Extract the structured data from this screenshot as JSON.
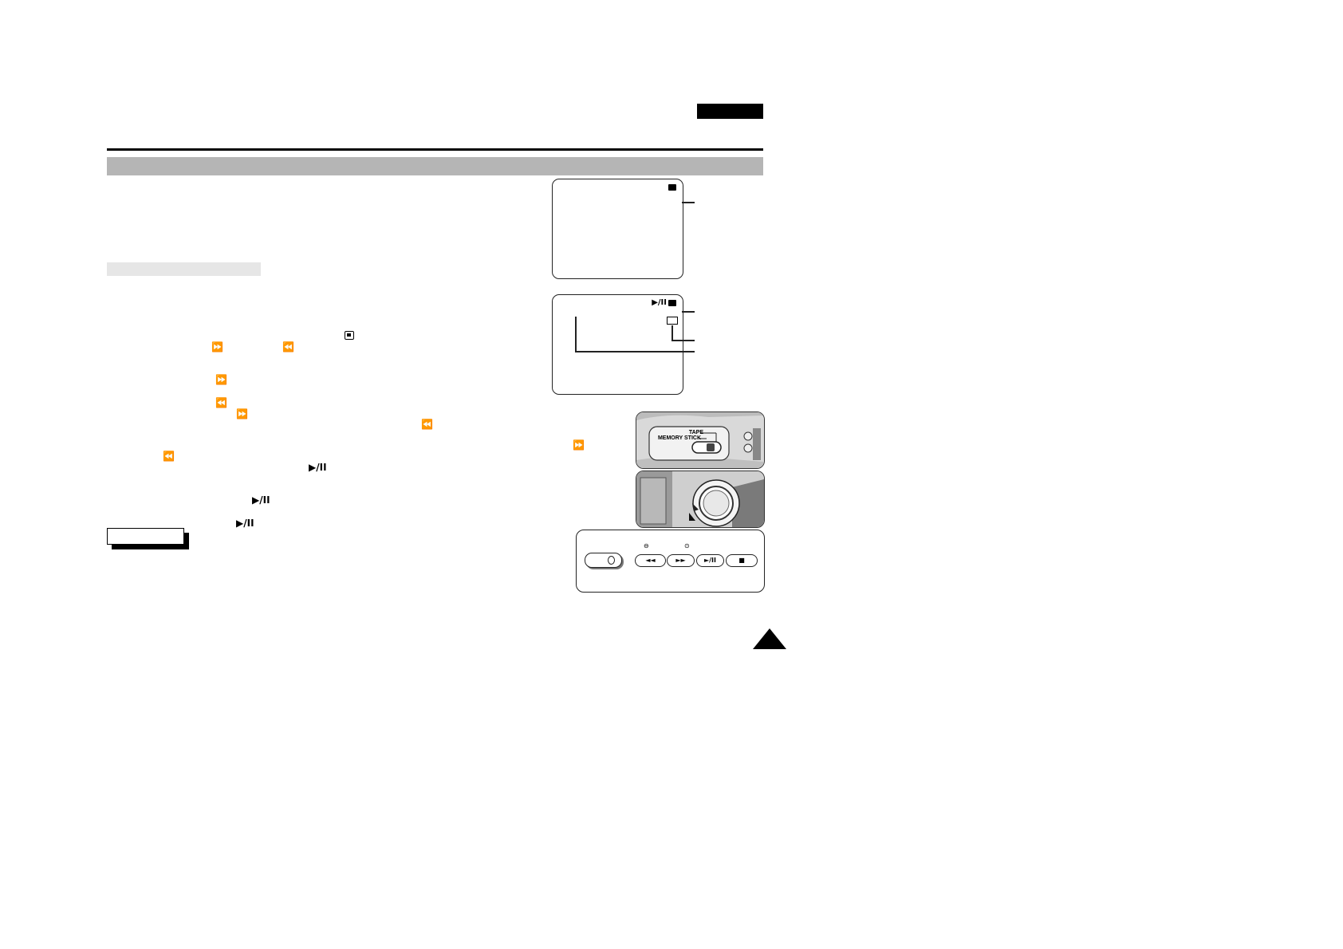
{
  "header": {
    "language_tab": "",
    "section_title": "",
    "subsection_label": "",
    "note_label": ""
  },
  "screens": {
    "screen1_icon": "tape-icon",
    "screen2_status": "▶/II",
    "screen2_icon": "tape-icon"
  },
  "body_icons": {
    "memory_icon": "memory-icon",
    "ff": "⏩",
    "rew": "⏪",
    "play_pause": "▶/II"
  },
  "switch_photo": {
    "tape_label": "TAPE",
    "memory_stick_label": "MEMORY STICK"
  },
  "remote": {
    "buttons": [
      "◄◄",
      "►►",
      "►/II",
      "■"
    ],
    "markers": [
      "⊖",
      "⊙"
    ]
  },
  "colors": {
    "header_bar": "#b5b5b5",
    "subsection_bar": "#e6e6e6",
    "rule": "#000000"
  },
  "page_marker": "▲"
}
